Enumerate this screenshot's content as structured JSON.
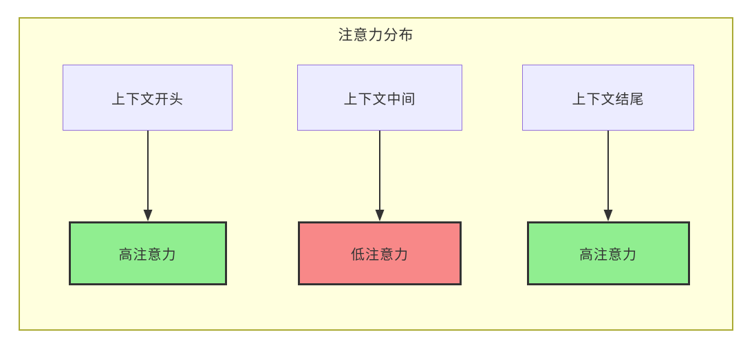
{
  "diagram": {
    "title": "注意力分布",
    "flows": [
      {
        "source": {
          "label": "上下文开头"
        },
        "target": {
          "label": "高注意力",
          "level": "high"
        }
      },
      {
        "source": {
          "label": "上下文中间"
        },
        "target": {
          "label": "低注意力",
          "level": "low"
        }
      },
      {
        "source": {
          "label": "上下文结尾"
        },
        "target": {
          "label": "高注意力",
          "level": "high"
        }
      }
    ],
    "colors": {
      "container_fill": "#ffffde",
      "container_border": "#aaaa33",
      "source_node_fill": "#ececff",
      "source_node_border": "#9370db",
      "high_attention_fill": "#90ee90",
      "low_attention_fill": "#f88888",
      "target_node_border": "#333333",
      "arrow": "#333333",
      "text": "#333333"
    }
  }
}
